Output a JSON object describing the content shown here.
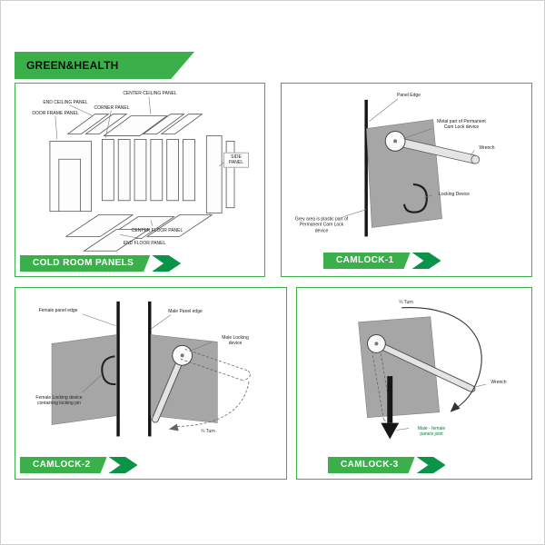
{
  "colors": {
    "green": "#3bb04a",
    "green_dark": "#0a9447",
    "gray": "#a6a6a6",
    "line": "#1c1c1c"
  },
  "brand": {
    "name": "GREEN&HEALTH"
  },
  "panels": [
    {
      "id": "cold-room-panels",
      "title": "COLD ROOM PANELS",
      "labels": [
        "END CEILING PANEL",
        "CENTER CEILING PANEL",
        "CORNER PANEL",
        "DOOR FRAME PANEL",
        "SIDE PANEL",
        "CENTER FLOOR PANEL",
        "END FLOOR PANEL"
      ]
    },
    {
      "id": "camlock-1",
      "title": "CAMLOCK-1",
      "labels": [
        "Panel Edge",
        "Metal part of Permanent Cam Lock device",
        "Wrench",
        "Locking Device",
        "Grey area is plastic part of Permanent Cam Lock device"
      ]
    },
    {
      "id": "camlock-2",
      "title": "CAMLOCK-2",
      "labels": [
        "Female panel edge",
        "Male Panel edge",
        "Male Locking device",
        "Female Locking device containing locking pin",
        "¼ Turn"
      ]
    },
    {
      "id": "camlock-3",
      "title": "CAMLOCK-3",
      "labels": [
        "¼ Turn",
        "Wrench",
        "Male - female panels joint"
      ]
    }
  ]
}
